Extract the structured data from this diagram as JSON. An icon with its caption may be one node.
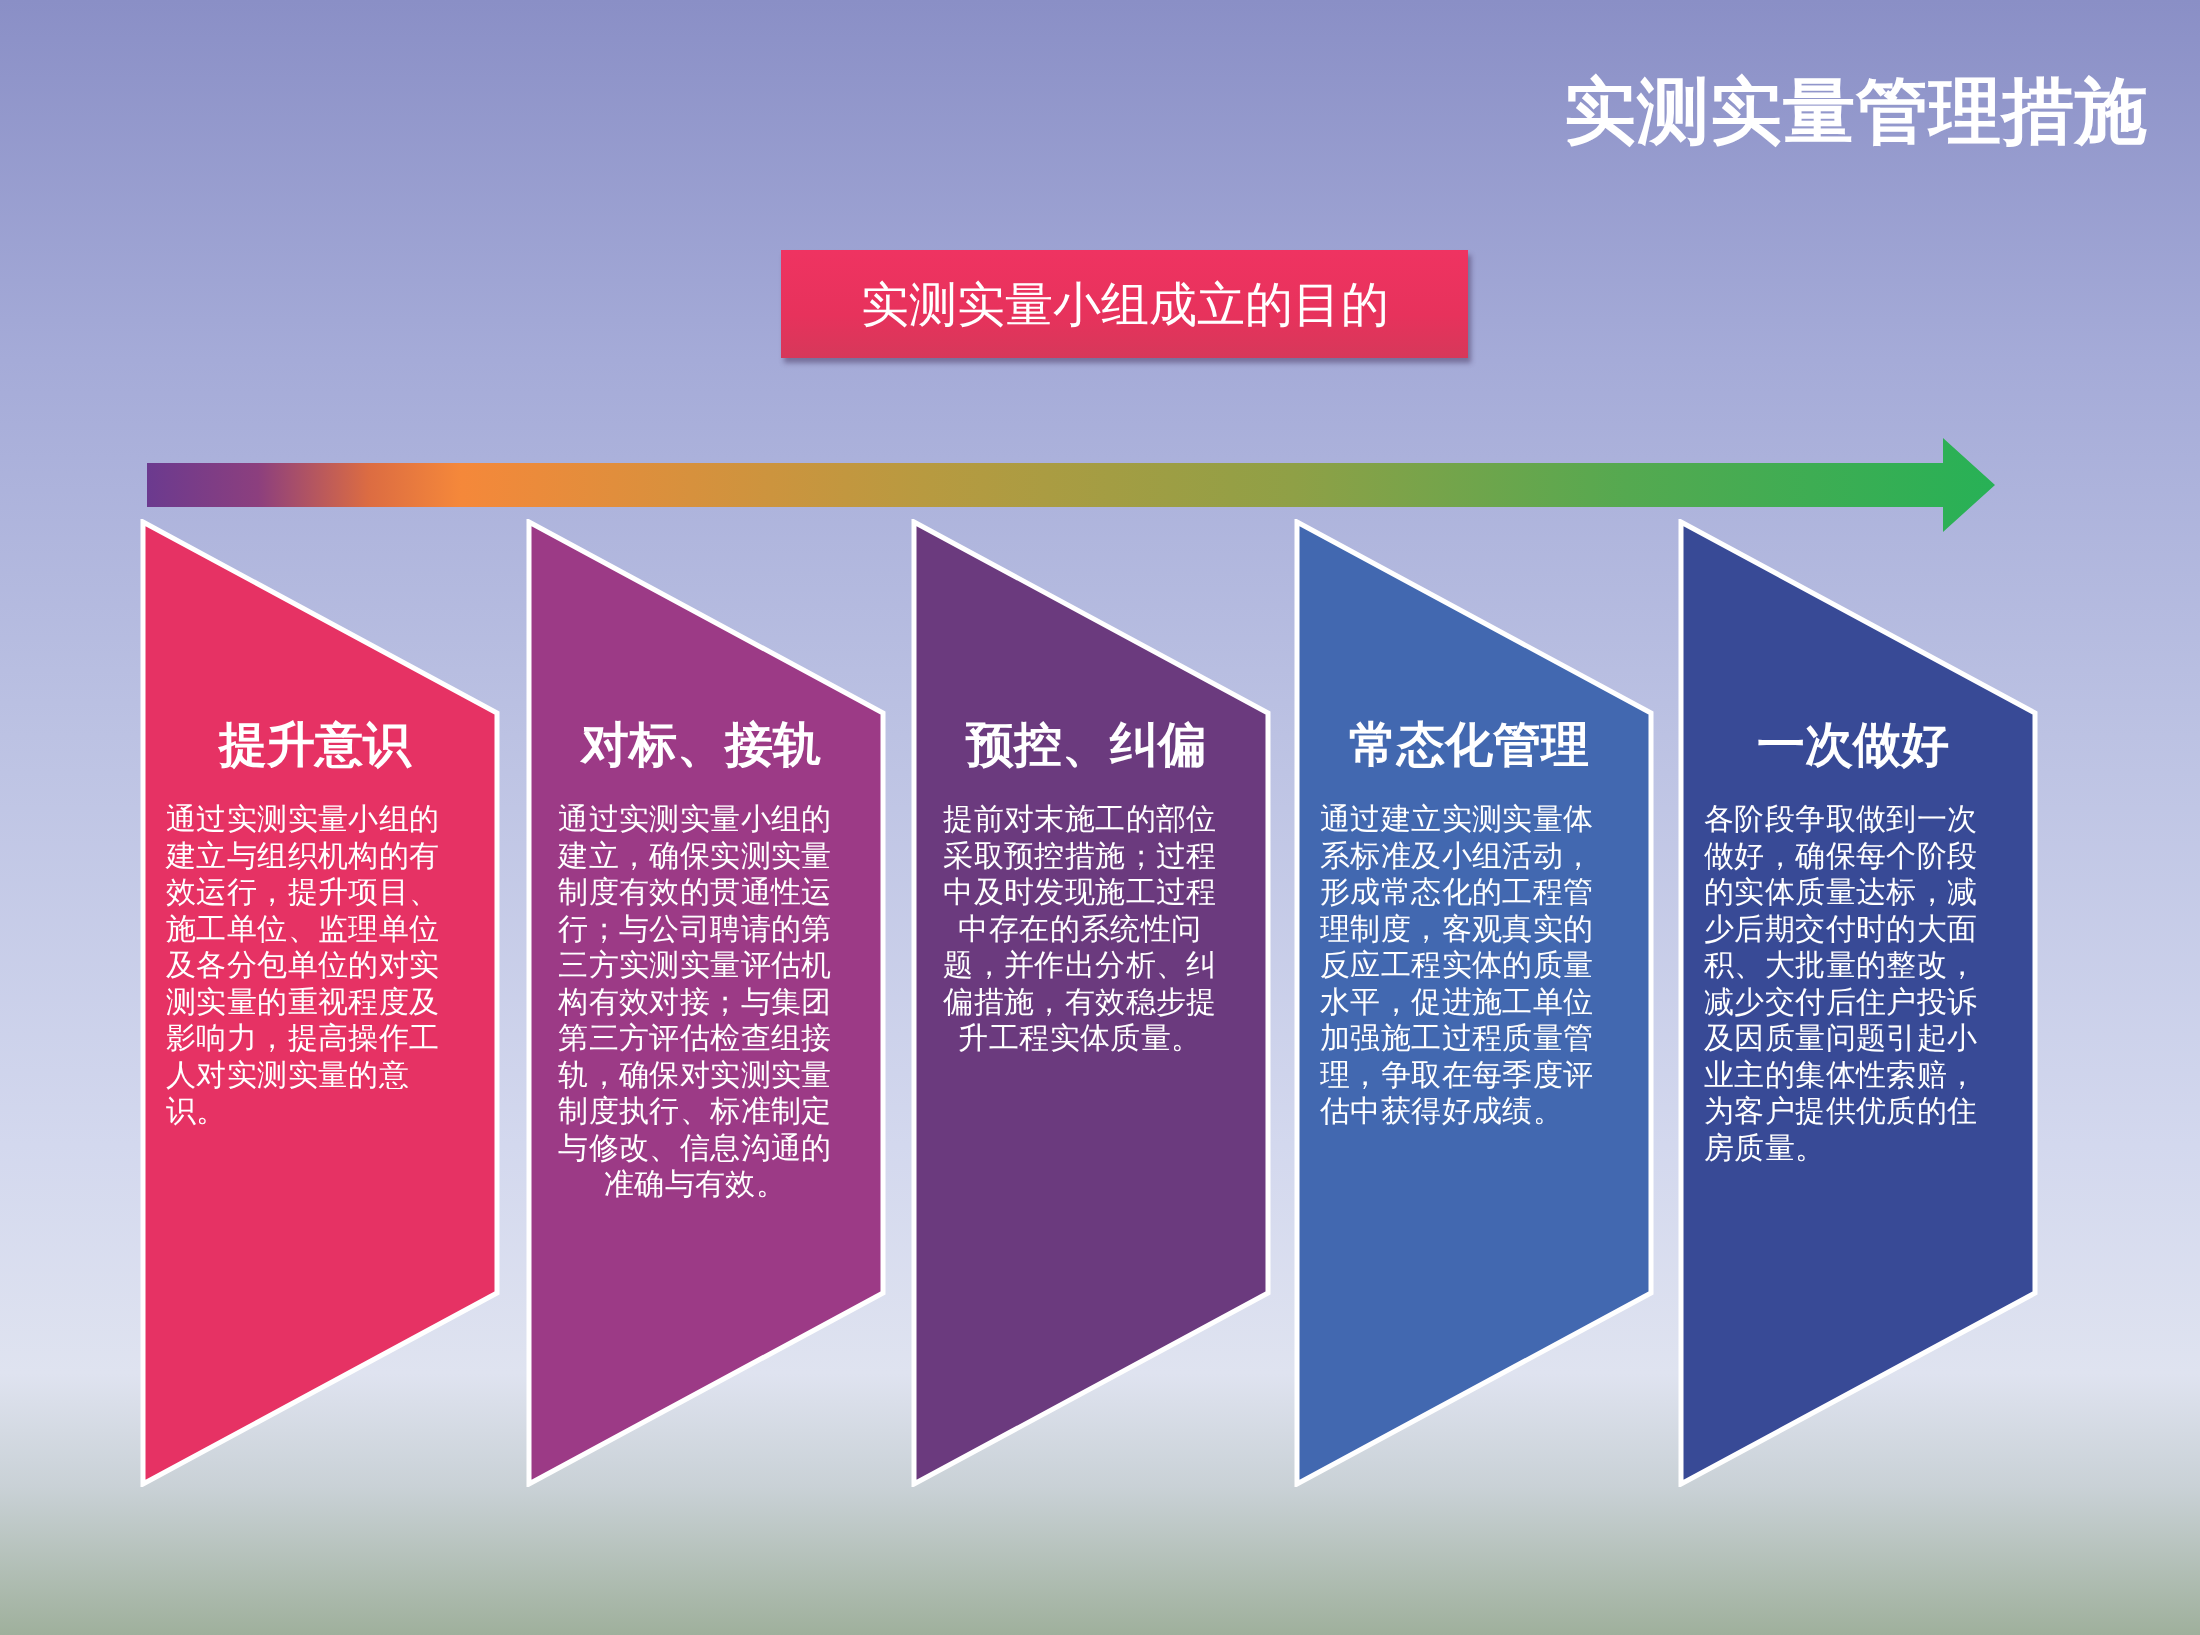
{
  "diagram": {
    "title": "实测实量管理措施",
    "nodes": [
      {
        "text": [
          "实测实量小组成立的目的"
        ]
      },
      {
        "text": [
          "提升意识",
          "通过实测实量小组的建立与组织机构的有效运行，提升项目、施工单位、监理单位及各分包单位的对实测实量的重视程度及影响力，提高操作工人对实测实量的意识。"
        ]
      },
      {
        "text": [
          "对标、接轨",
          "通过实测实量小组的建立，确保实测实量制度有效的贯通性运行；与公司聘请的第三方实测实量评估机构有效对接；与集团第三方评估检查组接轨，确保对实测实量制度执行、标准制定与修改、信息沟通的准确与有效。"
        ]
      },
      {
        "text": [
          "预控、纠偏",
          "提前对末施工的部位采取预控措施；过程中及时发现施工过程中存在的系统性问题，并作出分析、纠偏措施，有效稳步提升工程实体质量。"
        ]
      },
      {
        "text": [
          "常态化管理",
          "通过建立实测实量体系标准及小组活动，形成常态化的工程管理制度，客观真实的反应工程实体的质量水平，促进施工单位加强施工过程质量管理，争取在每季度评估中获得好成绩。"
        ]
      },
      {
        "text": [
          "一次做好",
          "各阶段争取做到一次做好，确保每个阶段的实体质量达标，减少后期交付时的大面积、大批量的整改，减少交付后住户投诉及因质量问题引起小业主的集体性索赔，为客户提供优质的住房质量。"
        ]
      }
    ]
  }
}
